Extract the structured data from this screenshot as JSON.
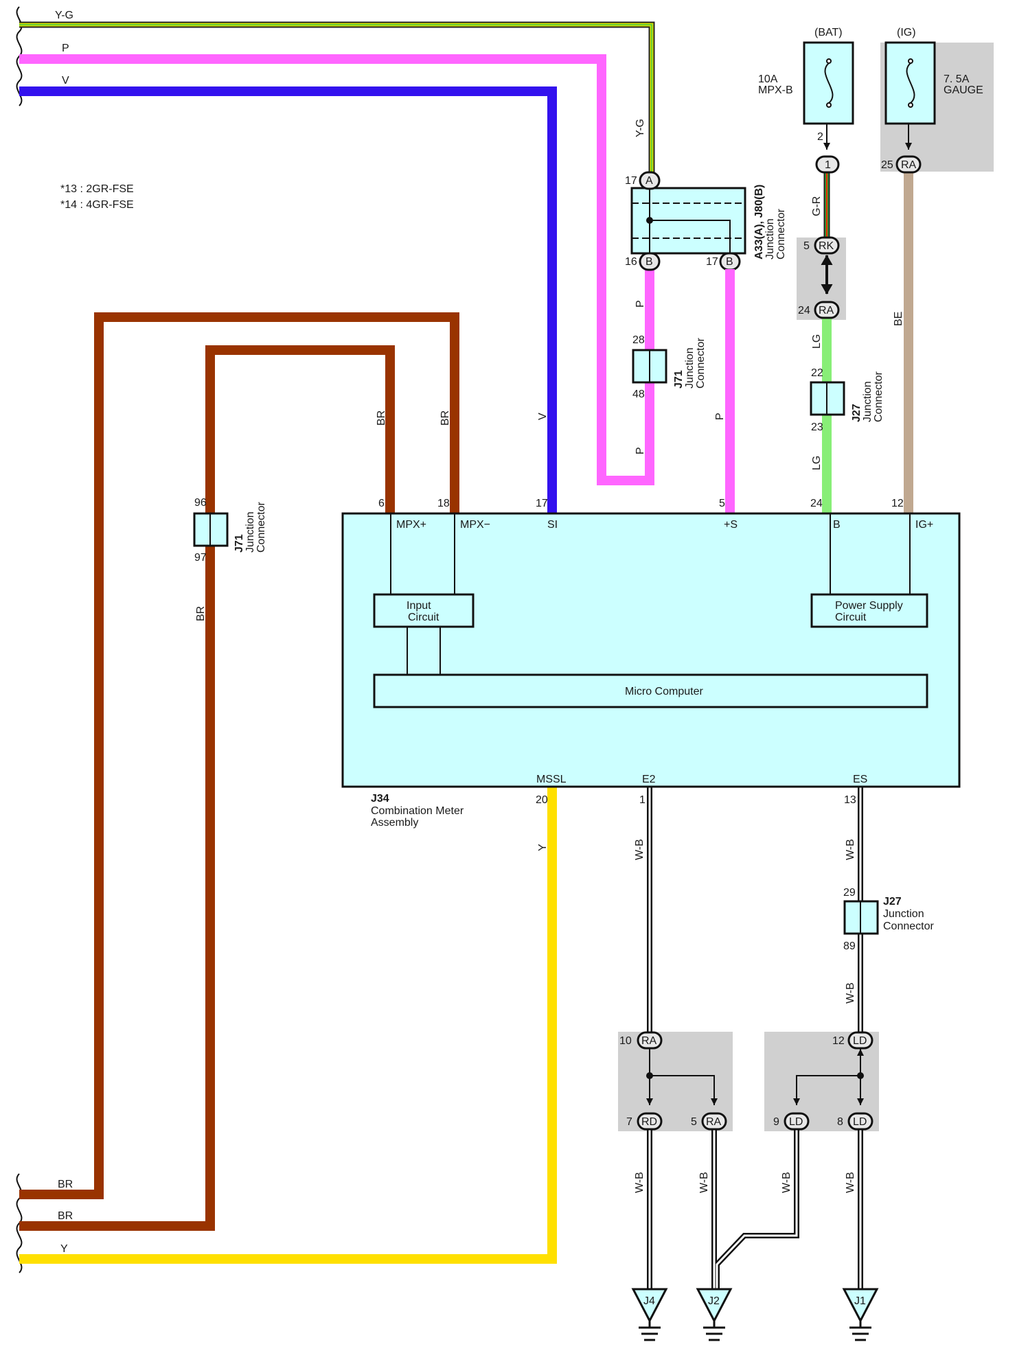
{
  "notes": [
    "*13 : 2GR-FSE",
    "*14 : 4GR-FSE"
  ],
  "colors": {
    "Y-G": "#d9e600",
    "P": "#ff66ff",
    "V": "#3311ee",
    "BR": "#993300",
    "Y": "#ffe000",
    "LG": "#88ee77",
    "BE": "#c0a890",
    "box_fill": "#ccffff",
    "shade": "#d0d0d0"
  },
  "wires": {
    "yg_top": "Y-G",
    "p_top": "P",
    "v_top": "V",
    "br_bottom1": "BR",
    "br_bottom2": "BR",
    "y_bottom": "Y",
    "yg_vert": "Y-G",
    "p_vert1": "P",
    "p_vert2": "P",
    "p_vert3": "P",
    "v_vert": "V",
    "br_vert1": "BR",
    "br_vert2": "BR",
    "br_vert3": "BR",
    "gr_vert": "G-R",
    "lg_vert1": "LG",
    "lg_vert2": "LG",
    "be_vert": "BE",
    "y_vert": "Y",
    "wb_1": "W-B",
    "wb_2": "W-B",
    "wb_3": "W-B",
    "wb_4": "W-B",
    "wb_5": "W-B",
    "wb_6": "W-B",
    "wb_7": "W-B"
  },
  "fuses": {
    "bat": {
      "header": "(BAT)",
      "rating": "10A",
      "name": "MPX-B",
      "pin": "2"
    },
    "ig": {
      "header": "(IG)",
      "rating": "7. 5A",
      "name": "GAUGE"
    }
  },
  "connectors": {
    "a33": {
      "code": "A33(A), J80(B)",
      "line1": "Junction",
      "line2": "Connector",
      "pin_a": "17",
      "tag_a": "A",
      "pin_b1": "16",
      "tag_b1": "B",
      "pin_b2": "17",
      "tag_b2": "B"
    },
    "j71_upper": {
      "code": "J71",
      "line1": "Junction",
      "line2": "Connector",
      "pin_top": "28",
      "pin_bottom": "48"
    },
    "j71_left": {
      "code": "J71",
      "line1": "Junction",
      "line2": "Connector",
      "pin_top": "96",
      "pin_bottom": "97"
    },
    "j27_upper": {
      "code": "J27",
      "line1": "Junction",
      "line2": "Connector",
      "pin_top": "22",
      "pin_bottom": "23"
    },
    "j27_lower": {
      "code": "J27",
      "line1": "Junction",
      "line2": "Connector",
      "pin_top": "29",
      "pin_bottom": "89"
    }
  },
  "pills": {
    "bat_1": {
      "pin": "",
      "tag": "1"
    },
    "ig_ra": {
      "pin": "25",
      "tag": "RA"
    },
    "rk": {
      "pin": "5",
      "tag": "RK"
    },
    "ra24": {
      "pin": "24",
      "tag": "RA"
    },
    "ra10": {
      "pin": "10",
      "tag": "RA"
    },
    "rd7": {
      "pin": "7",
      "tag": "RD"
    },
    "ra5": {
      "pin": "5",
      "tag": "RA"
    },
    "ld12": {
      "pin": "12",
      "tag": "LD"
    },
    "ld9": {
      "pin": "9",
      "tag": "LD"
    },
    "ld8": {
      "pin": "8",
      "tag": "LD"
    }
  },
  "meter": {
    "code": "J34",
    "name_line1": "Combination Meter",
    "name_line2": "Assembly",
    "top_terminals": [
      {
        "pin": "6",
        "label": "MPX+"
      },
      {
        "pin": "18",
        "label": "MPX−"
      },
      {
        "pin": "17",
        "label": "SI"
      },
      {
        "pin": "5",
        "label": "+S"
      },
      {
        "pin": "24",
        "label": "B"
      },
      {
        "pin": "12",
        "label": "IG+"
      }
    ],
    "bottom_terminals": [
      {
        "pin": "20",
        "label": "MSSL"
      },
      {
        "pin": "1",
        "label": "E2"
      },
      {
        "pin": "13",
        "label": "ES"
      }
    ],
    "input_circuit": [
      "Input",
      "Circuit"
    ],
    "power_supply": [
      "Power Supply",
      "Circuit"
    ],
    "micro_computer": "Micro Computer"
  },
  "grounds": {
    "j4": "J4",
    "j2": "J2",
    "j1": "J1"
  }
}
